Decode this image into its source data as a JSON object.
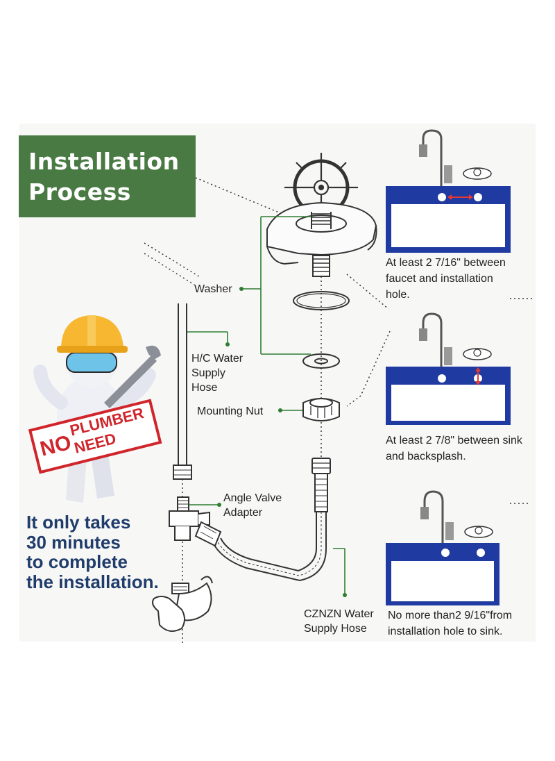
{
  "title": {
    "line1": "Installation",
    "line2": "Process"
  },
  "stamp": {
    "no": "NO",
    "plumber": "PLUMBER",
    "need": "NEED"
  },
  "tagline": {
    "line1": "It only takes",
    "line2": "30 minutes",
    "line3": "to complete",
    "line4": "the installation."
  },
  "parts": {
    "washer": "Washer",
    "hose_line1": "H/C Water",
    "hose_line2": "Supply",
    "hose_line3": "Hose",
    "nut": "Mounting Nut",
    "adapter_line1": "Angle Valve",
    "adapter_line2": "Adapter",
    "czn_line1": "CZNZN Water",
    "czn_line2": "Supply Hose"
  },
  "notes": {
    "n1_line1": "At least 2 7/16\" between",
    "n1_line2": "faucet and installation",
    "n1_line3": "hole.",
    "n2_line1": "At least 2 7/8\" between sink",
    "n2_line2": "and backsplash.",
    "n3_line1": "No more than2 9/16\"from",
    "n3_line2": "installation hole to sink."
  },
  "colors": {
    "title_bg": "#4a7a44",
    "sink_blue": "#1f3aa0",
    "tagline": "#1f3c6b",
    "leader_green": "#2f7d32",
    "stamp_red": "#d0252b"
  }
}
